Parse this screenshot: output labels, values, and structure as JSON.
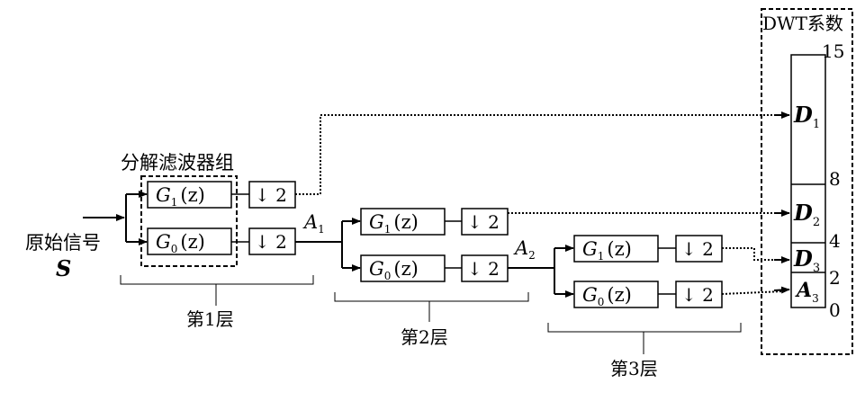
{
  "labels": {
    "input_label": "原始信号",
    "input_symbol": "S",
    "filter_bank_label": "分解滤波器组",
    "dwt_label": "DWT系数",
    "level1": "第1层",
    "level2": "第2层",
    "level3": "第3层"
  },
  "filter": {
    "g_letter": "G",
    "g1_sub": "1",
    "g0_sub": "0",
    "z_arg": "(z)",
    "downsample": "↓ 2"
  },
  "approx": {
    "a_letter": "A",
    "a1_sub": "1",
    "a2_sub": "2",
    "a3_sub": "3"
  },
  "coeffs": {
    "d_letter": "D",
    "d1_sub": "1",
    "d2_sub": "2",
    "d3_sub": "3",
    "tick_15": "15",
    "tick_8": "8",
    "tick_4": "4",
    "tick_2": "2",
    "tick_0": "0"
  }
}
